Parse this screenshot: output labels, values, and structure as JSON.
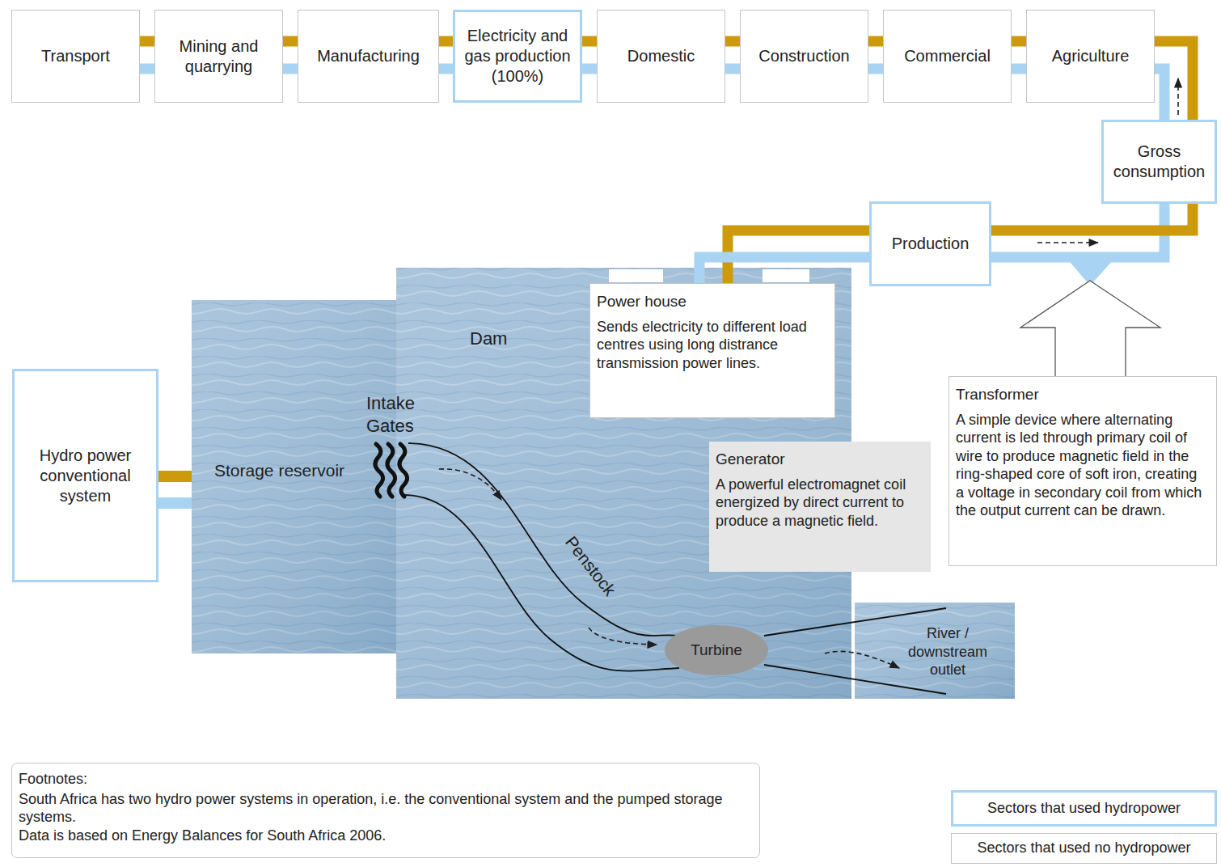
{
  "diagram": {
    "nodes": [
      {
        "text": [
          "Transport"
        ]
      },
      {
        "text": [
          "Mining and quarrying"
        ]
      },
      {
        "text": [
          "Manufacturing"
        ]
      },
      {
        "text": [
          "Electricity and gas production (100%)"
        ]
      },
      {
        "text": [
          "Domestic"
        ]
      },
      {
        "text": [
          "Construction"
        ]
      },
      {
        "text": [
          "Commercial"
        ]
      },
      {
        "text": [
          "Agriculture"
        ]
      },
      {
        "text": [
          "Gross consumption"
        ]
      },
      {
        "text": [
          "Production"
        ]
      },
      {
        "text": [
          "Hydro power conventional system"
        ]
      },
      {
        "text": [
          "Power house",
          "Sends electricity to different load centres using long distrance transmission power lines."
        ]
      },
      {
        "text": [
          "Generator",
          "A powerful electromagnet coil energized by direct current to produce a magnetic field."
        ]
      },
      {
        "text": [
          "Transformer",
          "A simple device where alternating current is led through primary coil of wire to produce magnetic field in the ring-shaped core of soft iron, creating a voltage in secondary coil from which the output current can be drawn."
        ]
      },
      {
        "text": [
          "Turbine"
        ]
      },
      {
        "text": [
          "Footnotes:",
          "South Africa has two hydro power systems in operation, i.e. the conventional system and the pumped storage systems.",
          "Data is based on Energy Balances for South Africa 2006."
        ]
      }
    ],
    "edges": [
      {
        "from": 11,
        "to": 9,
        "arrow": "none"
      },
      {
        "from": 9,
        "to": 8,
        "arrow": "none"
      },
      {
        "from": 9,
        "to": 7,
        "arrow": "none"
      },
      {
        "from": 8,
        "to": 7,
        "arrow": "none"
      },
      {
        "from": 7,
        "to": 6,
        "arrow": "none"
      },
      {
        "from": 6,
        "to": 5,
        "arrow": "none"
      },
      {
        "from": 5,
        "to": 4,
        "arrow": "none"
      },
      {
        "from": 4,
        "to": 3,
        "arrow": "none"
      },
      {
        "from": 3,
        "to": 2,
        "arrow": "none"
      },
      {
        "from": 2,
        "to": 1,
        "arrow": "none"
      },
      {
        "from": 1,
        "to": 0,
        "arrow": "none"
      }
    ],
    "labels": [
      "Dam",
      "Intake Gates",
      "Storage reservoir",
      "Penstock",
      "River / downstream outlet"
    ],
    "legend": [
      {
        "text": "Sectors that used hydropower",
        "color": "#a9d3f2"
      },
      {
        "text": "Sectors that used no hydropower",
        "color": "#c4c4c4"
      }
    ]
  }
}
